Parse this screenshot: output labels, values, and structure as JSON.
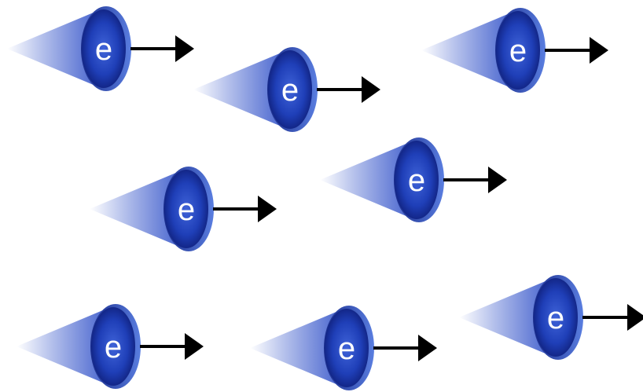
{
  "electron_label": "e",
  "colors": {
    "sphere_light": "#5a7ee0",
    "sphere_mid": "#1f3fb8",
    "sphere_dark": "#0f1f7a",
    "trail": "#2e4fc8",
    "arrow": "#000000",
    "label": "#ffffff"
  },
  "electrons": [
    {
      "label": "e"
    },
    {
      "label": "e"
    },
    {
      "label": "e"
    },
    {
      "label": "e"
    },
    {
      "label": "e"
    },
    {
      "label": "e"
    },
    {
      "label": "e"
    },
    {
      "label": "e"
    }
  ]
}
